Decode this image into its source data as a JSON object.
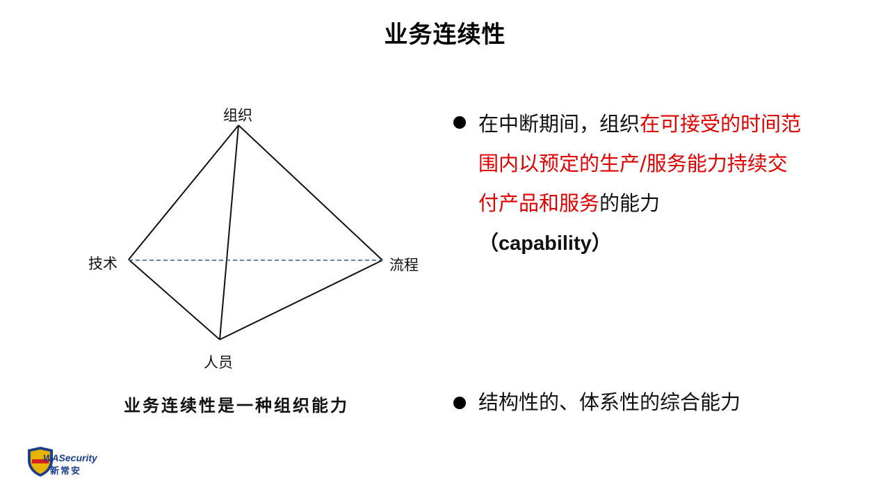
{
  "title": "业务连续性",
  "diagram": {
    "nodes": {
      "top": "组织",
      "left": "技术",
      "right": "流程",
      "bottom": "人员"
    },
    "caption": "业务连续性是一种组织能力"
  },
  "definition": {
    "lead": "在中断期间，组织",
    "highlight": "在可接受的时间范围内以预定的生产/服务能力持续交付产品和服务",
    "tail": "的能力",
    "capability": "（capability）"
  },
  "point2": "结构性的、体系性的综合能力",
  "logo": {
    "brand": "WASecurity",
    "brand_cn": "新常安"
  },
  "colors": {
    "highlight": "#e00000",
    "dashed_edge": "#2d5c8a",
    "logo_blue": "#1b3f8f"
  }
}
